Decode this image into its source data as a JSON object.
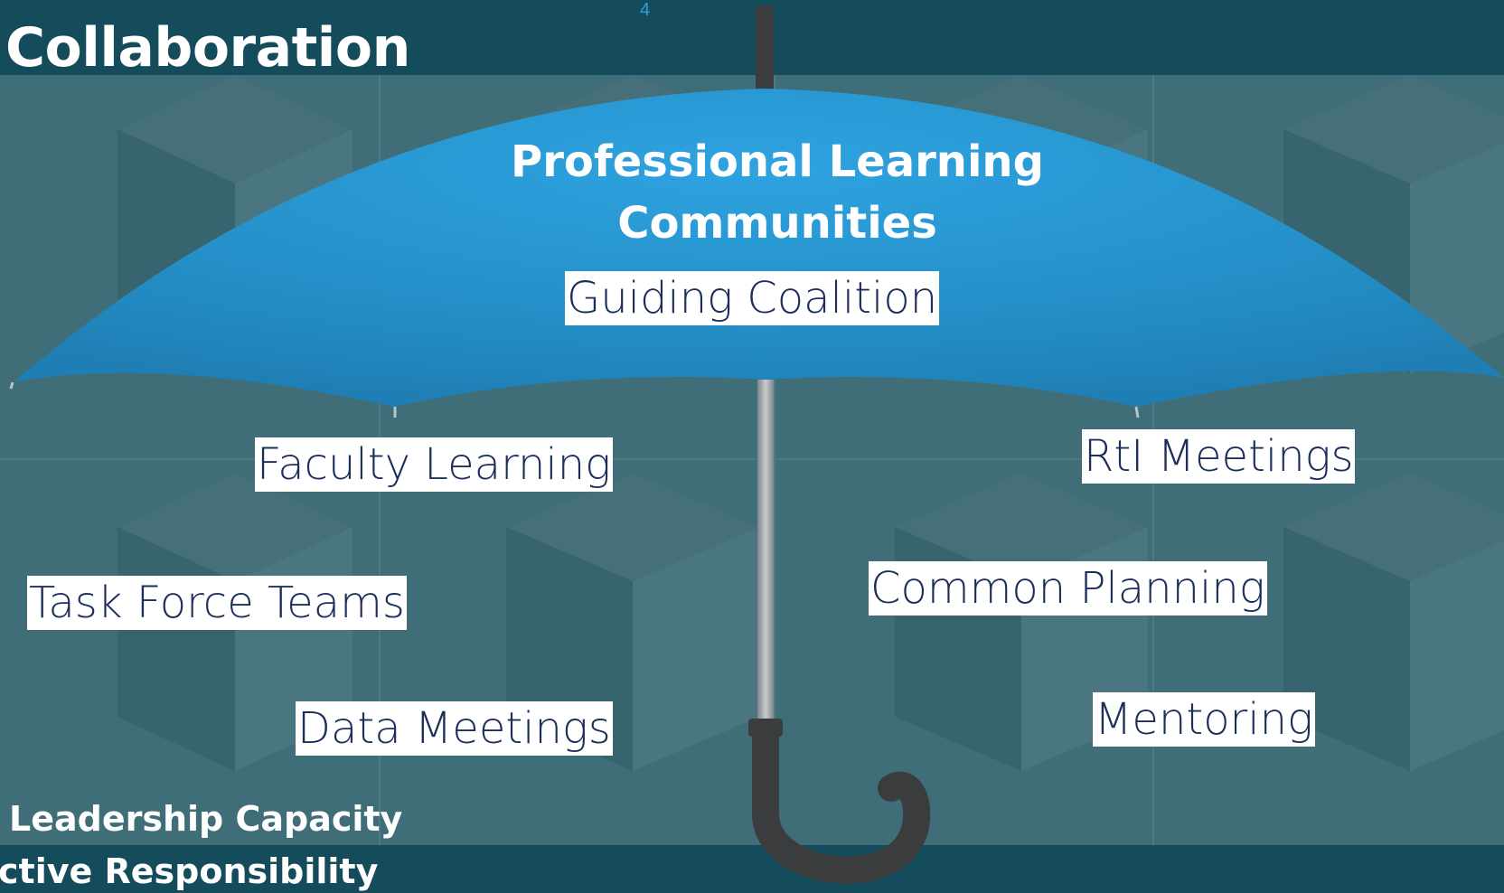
{
  "slide": {
    "title": "Collaboration",
    "page_number": "4",
    "canopy_title_line1": "Professional Learning",
    "canopy_title_line2": "Communities"
  },
  "labels": {
    "guiding_coalition": "Guiding Coalition",
    "faculty_learning": "Faculty Learning",
    "rti_meetings": "RtI Meetings",
    "task_force_teams": "Task Force Teams",
    "common_planning": "Common Planning",
    "data_meetings": "Data Meetings",
    "mentoring": "Mentoring"
  },
  "footer": {
    "leadership_capacity": "Leadership Capacity",
    "collective_responsibility": "ctive Responsibility"
  },
  "colors": {
    "canopy": "#2b93cf",
    "background_band": "#154c5c",
    "label_text": "#1b2f5a"
  }
}
